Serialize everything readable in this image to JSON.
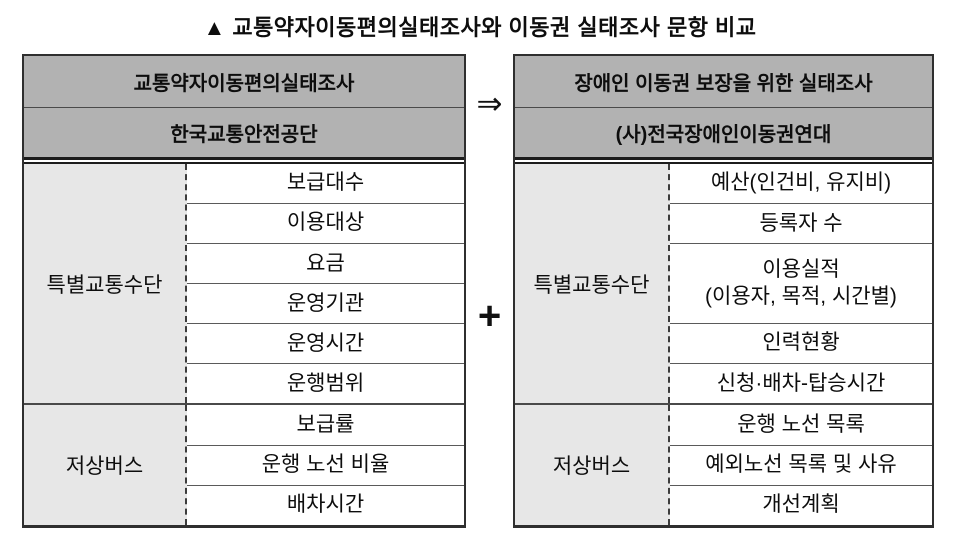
{
  "title": "▲ 교통약자이동편의실태조사와 이동권 실태조사 문항 비교",
  "connector": {
    "arrow": "⇒",
    "plus": "+"
  },
  "colors": {
    "header_bg": "#b2b2b2",
    "category_bg": "#e7e7e7",
    "border_dark": "#2f2f2f",
    "line_gray": "#5a5a5a"
  },
  "left_table": {
    "header": "교통약자이동편의실태조사",
    "subheader": "한국교통안전공단",
    "sections": [
      {
        "category": "특별교통수단",
        "units": 6,
        "items": [
          {
            "span": 1,
            "lines": [
              "보급대수"
            ]
          },
          {
            "span": 1,
            "lines": [
              "이용대상"
            ]
          },
          {
            "span": 1,
            "lines": [
              "요금"
            ]
          },
          {
            "span": 1,
            "lines": [
              "운영기관"
            ]
          },
          {
            "span": 1,
            "lines": [
              "운영시간"
            ]
          },
          {
            "span": 1,
            "lines": [
              "운행범위"
            ]
          }
        ]
      },
      {
        "category": "저상버스",
        "units": 3,
        "items": [
          {
            "span": 1,
            "lines": [
              "보급률"
            ]
          },
          {
            "span": 1,
            "lines": [
              "운행 노선 비율"
            ]
          },
          {
            "span": 1,
            "lines": [
              "배차시간"
            ]
          }
        ]
      }
    ]
  },
  "right_table": {
    "header": "장애인 이동권 보장을 위한 실태조사",
    "subheader": "(사)전국장애인이동권연대",
    "sections": [
      {
        "category": "특별교통수단",
        "units": 6,
        "items": [
          {
            "span": 1,
            "lines": [
              "예산(인건비, 유지비)"
            ]
          },
          {
            "span": 1,
            "lines": [
              "등록자 수"
            ]
          },
          {
            "span": 2,
            "lines": [
              "이용실적",
              "(이용자, 목적, 시간별)"
            ]
          },
          {
            "span": 1,
            "lines": [
              "인력현황"
            ]
          },
          {
            "span": 1,
            "lines": [
              "신청·배차-탑승시간"
            ]
          }
        ]
      },
      {
        "category": "저상버스",
        "units": 3,
        "items": [
          {
            "span": 1,
            "lines": [
              "운행 노선 목록"
            ]
          },
          {
            "span": 1,
            "lines": [
              "예외노선 목록 및 사유"
            ]
          },
          {
            "span": 1,
            "lines": [
              "개선계획"
            ]
          }
        ]
      }
    ]
  }
}
